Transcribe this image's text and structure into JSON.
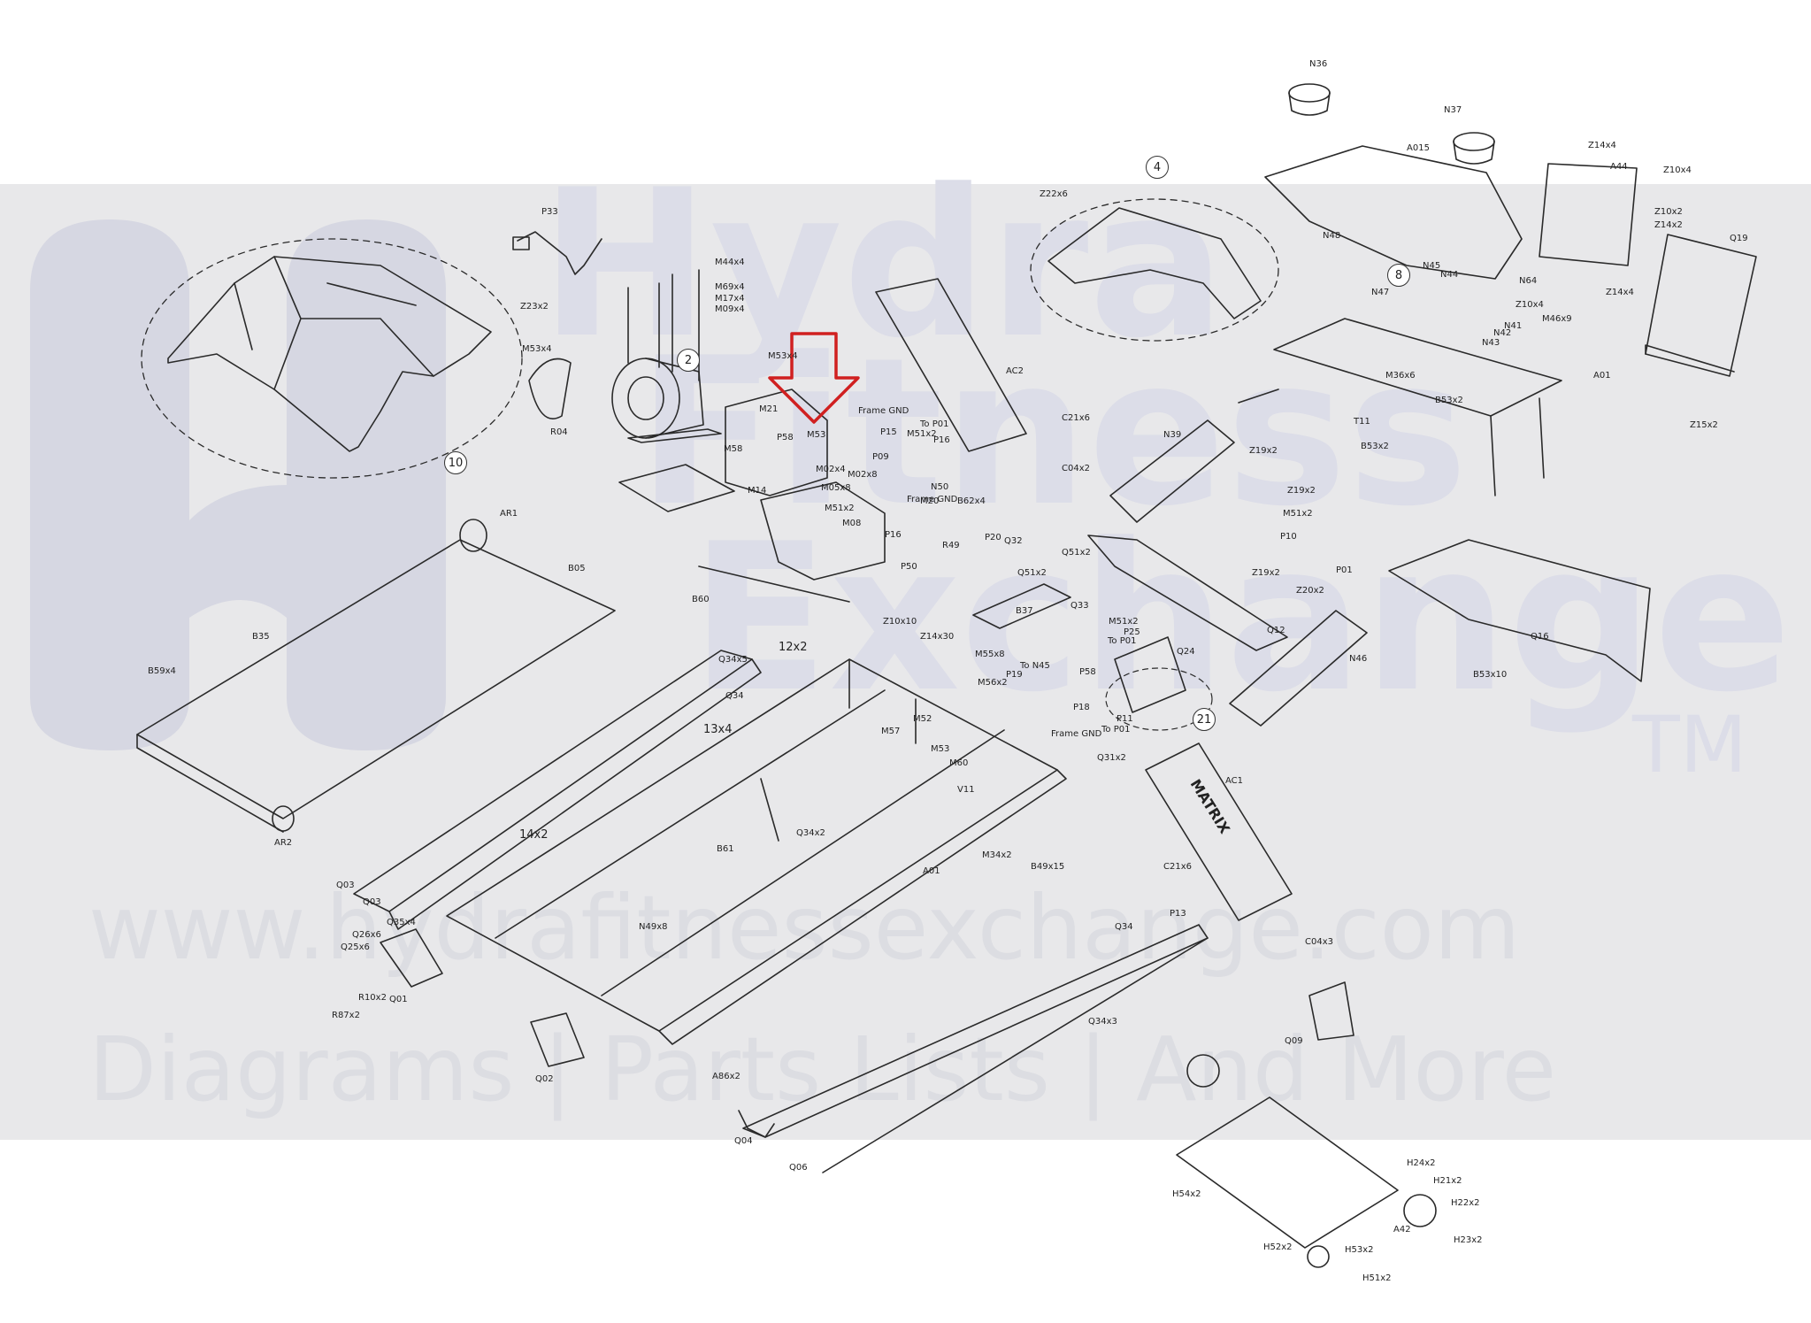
{
  "watermark": {
    "word_1": "Hydra",
    "word_2": "Fitness",
    "word_3": "Exchange",
    "trademark": "TM",
    "url": "www.hydrafitnessexchange.com",
    "tagline": "Diagrams | Parts Lists | And More"
  },
  "brand_on_frame": "MATRIX",
  "marker_arrow_color": "#d02020",
  "callouts": [
    "10",
    "2",
    "4",
    "8",
    "12x2",
    "13x4",
    "14x2",
    "21"
  ],
  "part_labels": [
    "N36",
    "N37",
    "A015",
    "Z14x4",
    "A44",
    "Z10x4",
    "Z22x6",
    "Z10x2",
    "Z14x2",
    "Q19",
    "P33",
    "N48",
    "N45",
    "N44",
    "N47",
    "N64",
    "Z10x4",
    "Z14x4",
    "M44x4",
    "M69x4",
    "M17x4",
    "M09x4",
    "Z23x2",
    "M46x9",
    "N42",
    "N41",
    "N43",
    "M53x4",
    "M53x4",
    "R04",
    "M58",
    "M21",
    "AC2",
    "M36x6",
    "B53x2",
    "A01",
    "T11",
    "B53x2",
    "Z15x2",
    "Frame GND",
    "To P01",
    "M51x2",
    "P15",
    "P16",
    "C21x6",
    "N39",
    "P58",
    "M53",
    "M02x4",
    "M05x8",
    "M02x8",
    "P09",
    "N50",
    "M20",
    "Z19x2",
    "Z19x2",
    "C04x2",
    "M14",
    "M51x2",
    "M08",
    "P16",
    "P50",
    "Frame GND",
    "B62x4",
    "P20",
    "Q32",
    "R49",
    "M51x2",
    "P10",
    "P01",
    "AR1",
    "B05",
    "B35",
    "B60",
    "Q51x2",
    "Q51x2",
    "Q33",
    "Z19x2",
    "Z20x2",
    "B37",
    "Q12",
    "Q16",
    "N46",
    "B53x10",
    "B59x4",
    "Z10x10",
    "Z14x30",
    "Q34x5",
    "M55x8",
    "M56x2",
    "P19",
    "To N45",
    "M51x2",
    "P25",
    "To P01",
    "P58",
    "Q24",
    "Q34",
    "M52",
    "M57",
    "M53",
    "M60",
    "P18",
    "Frame GND",
    "To P01",
    "P11",
    "Q31x2",
    "V11",
    "AC1",
    "B61",
    "Q34x2",
    "AR2",
    "Q03",
    "Q03",
    "M34x2",
    "B49x15",
    "A01",
    "C21x6",
    "P13",
    "Q35x4",
    "Q26x6",
    "Q25x6",
    "N49x8",
    "Q34",
    "C04x3",
    "R10x2",
    "Q01",
    "R87x2",
    "Q34x3",
    "Q09",
    "Q02",
    "A86x2",
    "Q04",
    "Q06",
    "H24x2",
    "H54x2",
    "H21x2",
    "H22x2",
    "A42",
    "H52x2",
    "H53x2",
    "H23x2",
    "H51x2"
  ]
}
